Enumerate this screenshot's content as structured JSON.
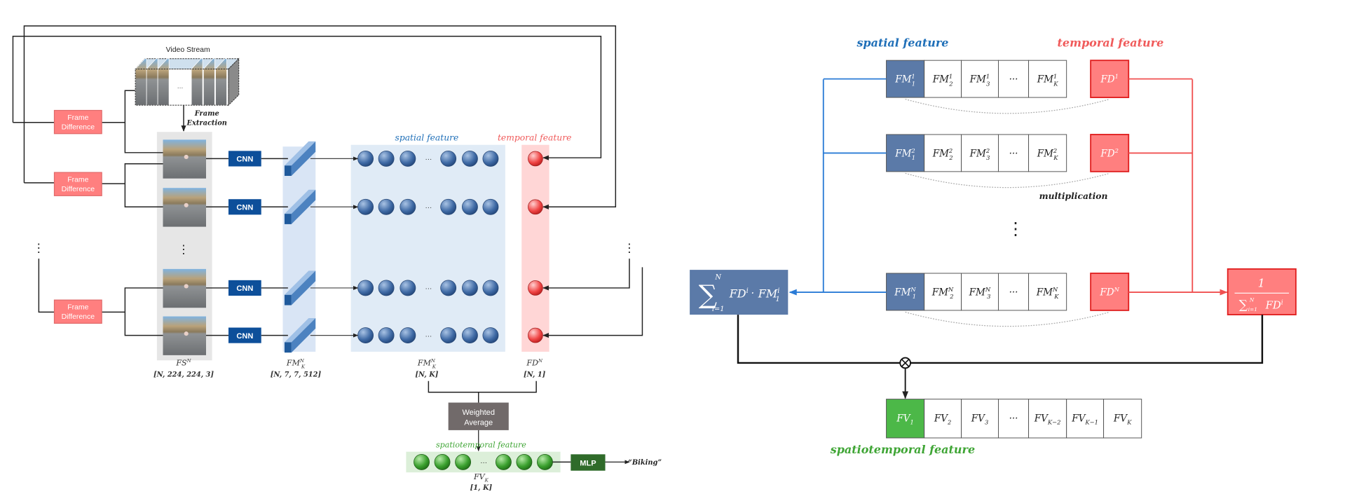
{
  "left": {
    "video_stream": "Video Stream",
    "frame_extraction": [
      "Frame",
      "Extraction"
    ],
    "frame_difference": [
      "Frame",
      "Difference"
    ],
    "cnn": "CNN",
    "spatial_feature": "spatial feature",
    "temporal_feature": "temporal feature",
    "ellipsis": "···",
    "vdots": "⋮",
    "labels": {
      "fs": {
        "base": "FS",
        "sup": "N",
        "shape": "[N, 224, 224, 3]"
      },
      "fm_map": {
        "base": "FM",
        "sup": "N",
        "sub": "K",
        "shape": "[N, 7, 7, 512]"
      },
      "fm_vec": {
        "base": "FM",
        "sup": "N",
        "sub": "K",
        "shape": "[N, K]"
      },
      "fd": {
        "base": "FD",
        "sup": "N",
        "shape": "[N, 1]"
      },
      "fv": {
        "base": "FV",
        "sub": "K",
        "shape": "[1, K]"
      }
    },
    "weighted_average": [
      "Weighted",
      "Average"
    ],
    "spatiotemporal_feature": "spatiotemporal feature",
    "mlp": "MLP",
    "output": "“Biking”"
  },
  "right": {
    "spatial_feature": "spatial feature",
    "temporal_feature": "temporal feature",
    "multiplication": "multiplication",
    "vdots": "⋮",
    "rows": [
      {
        "cells": [
          {
            "base": "FM",
            "sub": "1",
            "sup": "1"
          },
          {
            "base": "FM",
            "sub": "2",
            "sup": "1"
          },
          {
            "base": "FM",
            "sub": "3",
            "sup": "1"
          },
          {
            "base": "···"
          },
          {
            "base": "FM",
            "sub": "K",
            "sup": "1"
          }
        ],
        "fd": {
          "base": "FD",
          "sup": "1"
        }
      },
      {
        "cells": [
          {
            "base": "FM",
            "sub": "1",
            "sup": "2"
          },
          {
            "base": "FM",
            "sub": "2",
            "sup": "2"
          },
          {
            "base": "FM",
            "sub": "3",
            "sup": "2"
          },
          {
            "base": "···"
          },
          {
            "base": "FM",
            "sub": "K",
            "sup": "2"
          }
        ],
        "fd": {
          "base": "FD",
          "sup": "2"
        }
      },
      {
        "cells": [
          {
            "base": "FM",
            "sub": "1",
            "sup": "N"
          },
          {
            "base": "FM",
            "sub": "2",
            "sup": "N"
          },
          {
            "base": "FM",
            "sub": "3",
            "sup": "N"
          },
          {
            "base": "···"
          },
          {
            "base": "FM",
            "sub": "K",
            "sup": "N"
          }
        ],
        "fd": {
          "base": "FD",
          "sup": "N"
        }
      }
    ],
    "sum_formula": {
      "sum": "∑",
      "upper": "N",
      "lower": "i=1",
      "fd": {
        "base": "FD",
        "sup": "i"
      },
      "dot": "·",
      "fm": {
        "base": "FM",
        "sub": "1",
        "sup": "i"
      }
    },
    "normalizer": {
      "numerator": "1",
      "sum": "∑",
      "upper": "N",
      "lower": "i=1",
      "fd": {
        "base": "FD",
        "sup": "i"
      }
    },
    "combine_icon": "circled-times-icon",
    "fv_cells": [
      {
        "base": "FV",
        "sub": "1"
      },
      {
        "base": "FV",
        "sub": "2"
      },
      {
        "base": "FV",
        "sub": "3"
      },
      {
        "base": "···"
      },
      {
        "base": "FV",
        "sub": "K−2"
      },
      {
        "base": "FV",
        "sub": "K−1"
      },
      {
        "base": "FV",
        "sub": "K"
      }
    ],
    "spatiotemporal_feature": "spatiotemporal feature"
  },
  "colors": {
    "spatial": "#1f6fb8",
    "temporal": "#f05a5a",
    "spatiotemporal": "#3fa535",
    "fm_box": "#5b7aa8",
    "fd_box": "#ff7f7f",
    "fv_box": "#4cb848",
    "cnn": "#0d4f9a",
    "weighted_average": "#716a6a",
    "mlp": "#2f6b2a"
  }
}
